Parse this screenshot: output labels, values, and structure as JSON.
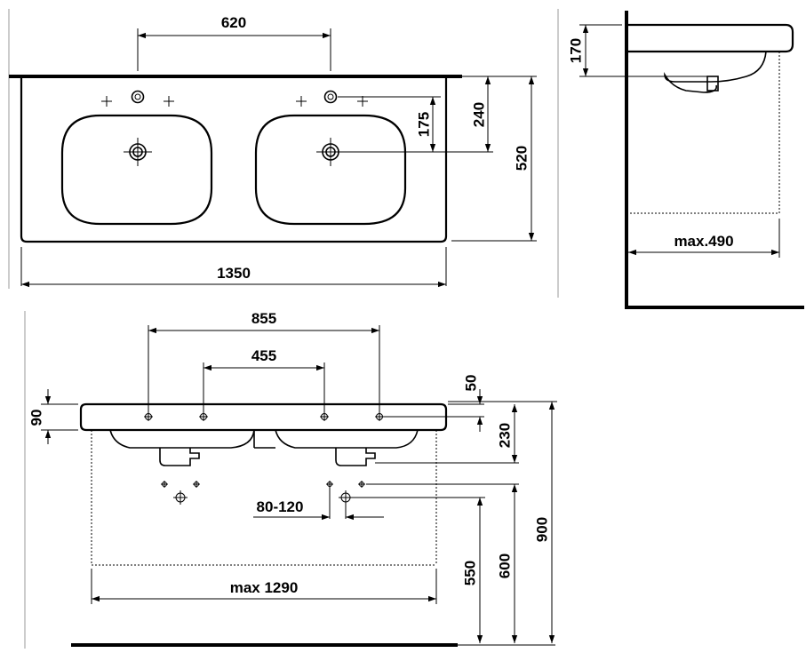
{
  "top_view": {
    "dim_tap_spacing": "620",
    "dim_width": "1350",
    "dim_depth": "520",
    "dim_waste_to_back": "240",
    "dim_tap_to_waste": "175"
  },
  "side_view": {
    "dim_height": "170",
    "dim_max_depth": "max.490"
  },
  "front_view": {
    "dim_outer_holes": "855",
    "dim_inner_holes": "455",
    "dim_rim": "90",
    "dim_hole_from_top": "50",
    "dim_outlet": "230",
    "dim_trap_range": "80-120",
    "dim_max_width": "max 1290",
    "dim_waste_height": "550",
    "dim_trap_height": "600",
    "dim_install_height": "900"
  }
}
